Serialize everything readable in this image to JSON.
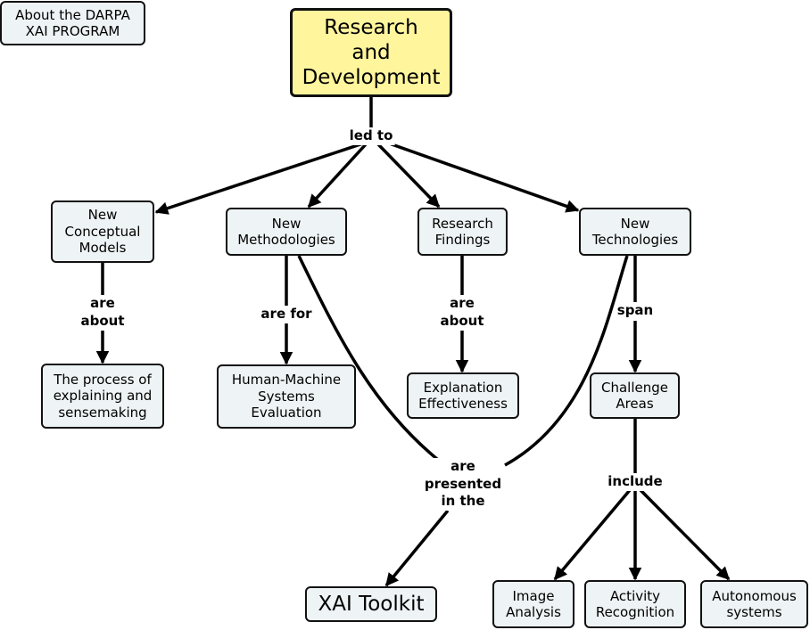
{
  "nodes": {
    "about": "About the DARPA\nXAI PROGRAM",
    "root": "Research\nand\nDevelopment",
    "models": "New\nConceptual\nModels",
    "methods": "New\nMethodologies",
    "findings": "Research\nFindings",
    "tech": "New\nTechnologies",
    "process": "The process of\nexplaining and\nsensemaking",
    "hmse": "Human-Machine\nSystems\nEvaluation",
    "effectiveness": "Explanation\nEffectiveness",
    "challenge": "Challenge\nAreas",
    "toolkit": "XAI Toolkit",
    "image": "Image\nAnalysis",
    "activity": "Activity\nRecognition",
    "autonomous": "Autonomous\nsystems"
  },
  "links": {
    "led_to": "led to",
    "are_about_1": "are\nabout",
    "are_for": "are for",
    "are_about_2": "are\nabout",
    "span": "span",
    "presented": "are\npresented\nin the",
    "include": "include"
  }
}
